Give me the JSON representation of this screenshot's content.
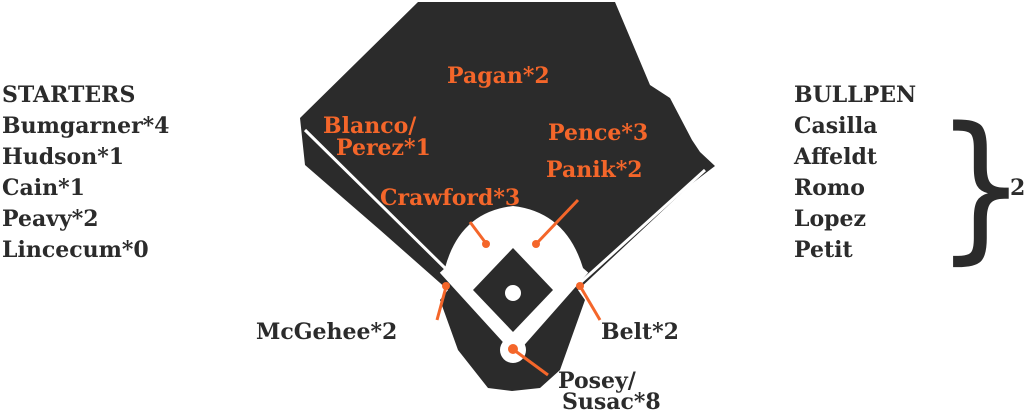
{
  "starters": {
    "title": "STARTERS",
    "items": [
      "Bumgarner*4",
      "Hudson*1",
      "Cain*1",
      "Peavy*2",
      "Lincecum*0"
    ]
  },
  "bullpen": {
    "title": "BULLPEN",
    "items": [
      "Casilla",
      "Affeldt",
      "Romo",
      "Lopez",
      "Petit"
    ],
    "count": "2"
  },
  "positions": {
    "cf": "Pagan*2",
    "lf_line1": "Blanco/",
    "lf_line2": "Perez*1",
    "rf": "Pence*3",
    "b2": "Panik*2",
    "ss": "Crawford*3",
    "b3": "McGehee*2",
    "b1": "Belt*2",
    "c_line1": "Posey/",
    "c_line2": "Susac*8"
  },
  "colors": {
    "field": "#2b2b2b",
    "player_labels": "#f4662a",
    "roster_text": "#2b2b2b"
  }
}
